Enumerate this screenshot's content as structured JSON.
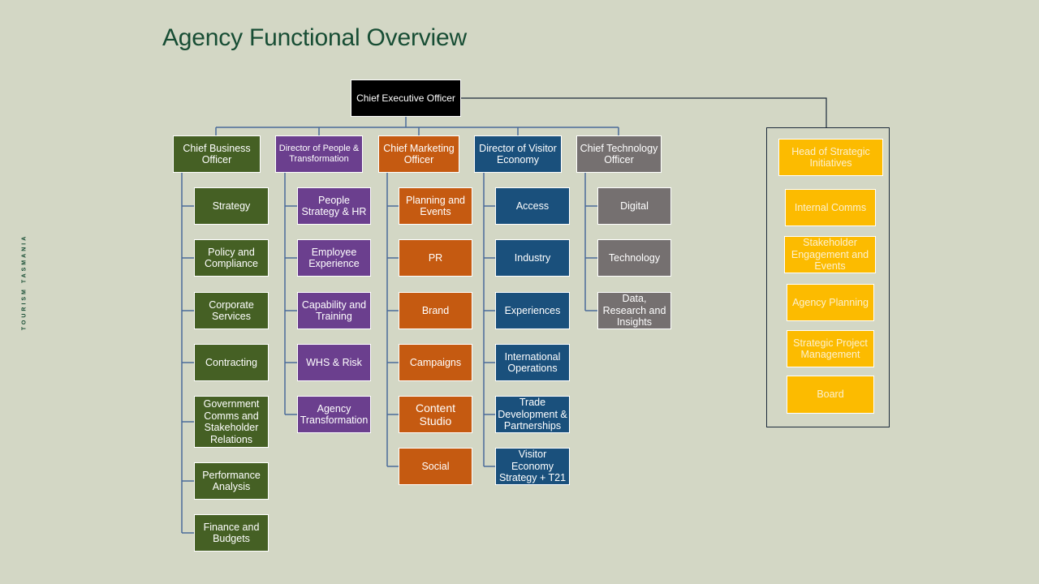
{
  "page": {
    "title": "Agency Functional Overview",
    "side_brand": "TOURISM TASMANIA"
  },
  "colors": {
    "background": "#d3d7c5",
    "title": "#174d34",
    "ceo": "#000000",
    "business": "#456024",
    "people": "#6b3f8e",
    "marketing": "#c55a11",
    "visitor_economy": "#1a507c",
    "technology": "#757070",
    "strategic": "#fcbb00",
    "connector": "#4a6a99"
  },
  "ceo": {
    "label": "Chief Executive Officer"
  },
  "divisions": [
    {
      "label": "Chief Business Officer",
      "units": [
        "Strategy",
        "Policy and Compliance",
        "Corporate Services",
        "Contracting",
        "Government Comms and Stakeholder Relations",
        "Performance Analysis",
        "Finance and Budgets"
      ]
    },
    {
      "label": "Director of People & Transformation",
      "units": [
        "People Strategy & HR",
        "Employee Experience",
        "Capability and Training",
        "WHS & Risk",
        "Agency Transformation"
      ]
    },
    {
      "label": "Chief Marketing Officer",
      "units": [
        "Planning and Events",
        "PR",
        "Brand",
        "Campaigns",
        "Content Studio",
        "Social"
      ]
    },
    {
      "label": "Director of Visitor Economy",
      "units": [
        "Access",
        "Industry",
        "Experiences",
        "International Operations",
        "Trade Development & Partnerships",
        "Visitor Economy Strategy + T21"
      ]
    },
    {
      "label": "Chief Technology Officer",
      "units": [
        "Digital",
        "Technology",
        "Data, Research and Insights"
      ]
    }
  ],
  "strategic_group": {
    "head": "Head of Strategic Initiatives",
    "units": [
      "Internal Comms",
      "Stakeholder Engagement and Events",
      "Agency Planning",
      "Strategic Project Management",
      "Board"
    ]
  }
}
